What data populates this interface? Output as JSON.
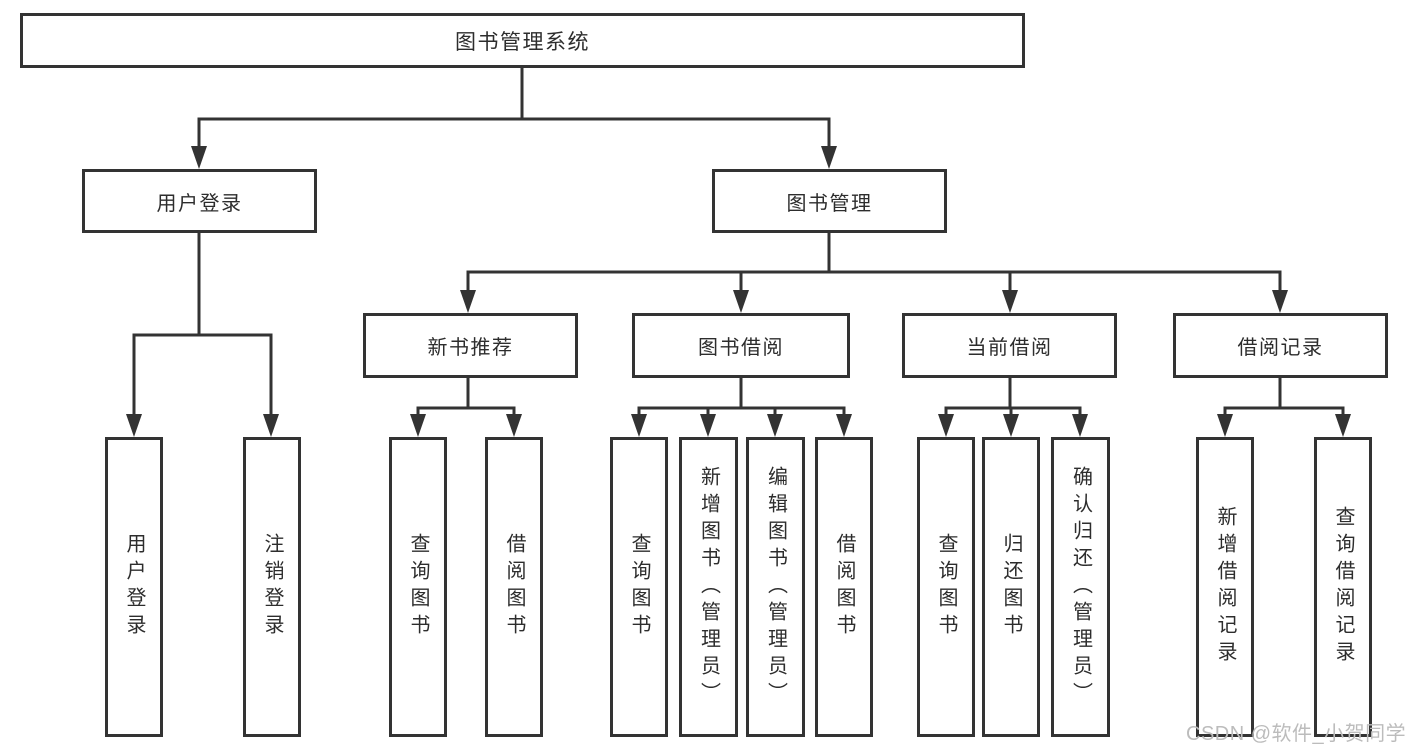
{
  "diagram": {
    "type": "hierarchy-tree",
    "root": {
      "label": "图书管理系统"
    },
    "branches": [
      {
        "label": "用户登录",
        "children": [
          {
            "label": "用户登录"
          },
          {
            "label": "注销登录"
          }
        ]
      },
      {
        "label": "图书管理",
        "children": [
          {
            "label": "新书推荐",
            "children": [
              {
                "label": "查询图书"
              },
              {
                "label": "借阅图书"
              }
            ]
          },
          {
            "label": "图书借阅",
            "children": [
              {
                "label": "查询图书"
              },
              {
                "label": "新增图书（管理员）"
              },
              {
                "label": "编辑图书（管理员）"
              },
              {
                "label": "借阅图书"
              }
            ]
          },
          {
            "label": "当前借阅",
            "children": [
              {
                "label": "查询图书"
              },
              {
                "label": "归还图书"
              },
              {
                "label": "确认归还（管理员）"
              }
            ]
          },
          {
            "label": "借阅记录",
            "children": [
              {
                "label": "新增借阅记录"
              },
              {
                "label": "查询借阅记录"
              }
            ]
          }
        ]
      }
    ],
    "colors": {
      "line": "#333333",
      "box_border": "#333333",
      "text": "#2d2d2d",
      "background": "#ffffff",
      "watermark": "#bcbcbc"
    }
  },
  "watermark": {
    "text": "CSDN @软件_小贺同学"
  }
}
